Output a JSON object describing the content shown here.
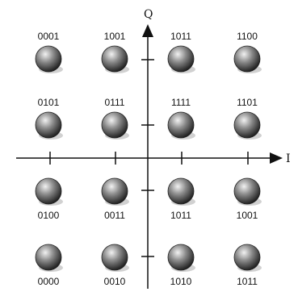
{
  "axes": {
    "x_label": "I",
    "y_label": "Q"
  },
  "colors": {
    "axis": "#111111",
    "sphere_light": "#f2f2f2",
    "sphere_mid": "#8a8a8a",
    "sphere_dark": "#1e1e1e"
  },
  "constellation": {
    "rows": [
      {
        "q": 3,
        "points": [
          {
            "i": -3,
            "code": "0001"
          },
          {
            "i": -1,
            "code": "1001"
          },
          {
            "i": 1,
            "code": "1011"
          },
          {
            "i": 3,
            "code": "1100"
          }
        ]
      },
      {
        "q": 1,
        "points": [
          {
            "i": -3,
            "code": "0101"
          },
          {
            "i": -1,
            "code": "0111"
          },
          {
            "i": 1,
            "code": "1111"
          },
          {
            "i": 3,
            "code": "1101"
          }
        ]
      },
      {
        "q": -1,
        "points": [
          {
            "i": -3,
            "code": "0100"
          },
          {
            "i": -1,
            "code": "0011"
          },
          {
            "i": 1,
            "code": "1011"
          },
          {
            "i": 3,
            "code": "1001"
          }
        ]
      },
      {
        "q": -3,
        "points": [
          {
            "i": -3,
            "code": "0000"
          },
          {
            "i": -1,
            "code": "0010"
          },
          {
            "i": 1,
            "code": "1010"
          },
          {
            "i": 3,
            "code": "1011"
          }
        ]
      }
    ]
  }
}
